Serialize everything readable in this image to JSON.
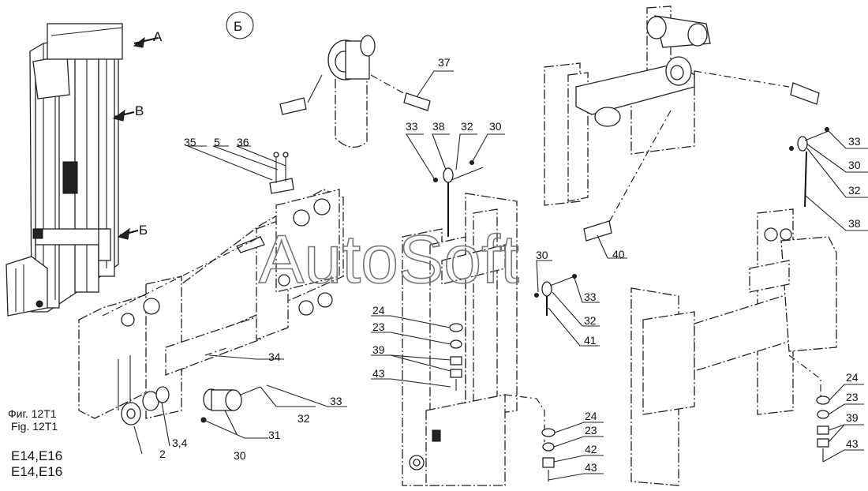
{
  "watermark": "AutoSoft",
  "views": {
    "view_b_title": "Б",
    "arrow_a": "A",
    "arrow_b": "В",
    "arrow_v": "Б"
  },
  "caption": {
    "fig_ru": "Фиг. 12Т1",
    "fig_en": "Fig. 12T1",
    "models_1": "E14,E16",
    "models_2": "E14,E16"
  },
  "callouts": {
    "c2": "2",
    "c34a": "3,4",
    "c5": "5",
    "c30a": "30",
    "c31": "31",
    "c32a": "32",
    "c33a": "33",
    "c34": "34",
    "c35": "35",
    "c36": "36",
    "c37": "37",
    "c33b": "33",
    "c38a": "38",
    "c32b": "32",
    "c30b": "30",
    "c24a": "24",
    "c23a": "23",
    "c39a": "39",
    "c43a": "43",
    "c30c": "30",
    "c33c": "33",
    "c32c": "32",
    "c41": "41",
    "c24b": "24",
    "c23b": "23",
    "c42": "42",
    "c43b": "43",
    "c40": "40",
    "c33d": "33",
    "c30d": "30",
    "c32d": "32",
    "c38b": "38",
    "c24c": "24",
    "c23c": "23",
    "c39b": "39",
    "c43c": "43"
  }
}
